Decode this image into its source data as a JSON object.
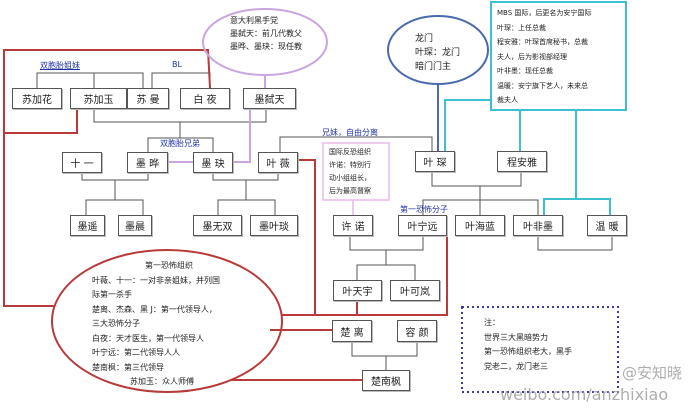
{
  "labels": {
    "twin_sisters": "双胞胎姐妹",
    "bl": "BL",
    "twin_brothers": "双胞胎兄弟",
    "siblings": "兄妹，自由分离",
    "first_terrorist": "第一恐怖分子"
  },
  "people": {
    "sujiahua": "苏加花",
    "sujiayu": "苏加玉",
    "suman": "苏 曼",
    "baiye": "白 夜",
    "moshitian": "墨弑天",
    "shiyi": "十 一",
    "moye": "墨 晔",
    "mojue": "墨 玦",
    "yewei": "叶 薇",
    "yechen": "叶 琛",
    "chenganya": "程安雅",
    "moyao": "墨遥",
    "mochen": "墨晨",
    "mowushuang": "墨无双",
    "moyeyan": "墨叶琰",
    "xunuo": "许 诺",
    "yeningyuan": "叶宁远",
    "yehailan": "叶海蓝",
    "yefeimo": "叶非墨",
    "wennuan": "温 暖",
    "yetianyu": "叶天宇",
    "yekelan": "叶可岚",
    "chuli": "楚 离",
    "rongyan": "容 颜",
    "chunanfeng": "楚南枫"
  },
  "notes": {
    "mafia": [
      "意大利黑手党",
      "墨弑天：前几代教父",
      "墨晔、墨玦：现任教"
    ],
    "longmen": [
      "龙门",
      "叶琛：龙门",
      "暗门门主"
    ],
    "mbs": [
      "MBS 国际，后更名为安宁国际",
      "叶琛：上任总裁",
      "程安雅：叶琛首席秘书，总裁",
      "夫人，后为影视部经理",
      "叶非墨：现任总裁",
      "温暖：安宁旗下艺人，未来总",
      "裁夫人"
    ],
    "antiterror": [
      "国际反恐组织",
      "许诺：特别行",
      "动小组组长，",
      "后为最高督察"
    ],
    "terror": [
      "第一恐怖组织",
      "叶薇、十一：一对非亲姐妹，并列国",
      "际第一杀手",
      "楚离、杰森、黑 J：第一代领导人，",
      "三大恐怖分子",
      "白夜：天才医生，第一代领导人",
      "叶宁远：第二代领导人人",
      "楚南枫：第三代领导",
      "苏加玉：众人师傅"
    ],
    "footnote": [
      "注：",
      "世界三大黑暗势力",
      "第一恐怖组织老大，黑手",
      "党老二，龙门老三"
    ]
  },
  "watermark": {
    "handle": "@安知晓",
    "url": "weibo.com/anzhixiao"
  },
  "colors": {
    "red": "#b83a3a",
    "purple": "#c9a6e0",
    "blue": "#4a6ab0",
    "cyan": "#3cc0d0",
    "dotted": "#3a3aa8",
    "pink": "#e8b8e8"
  }
}
